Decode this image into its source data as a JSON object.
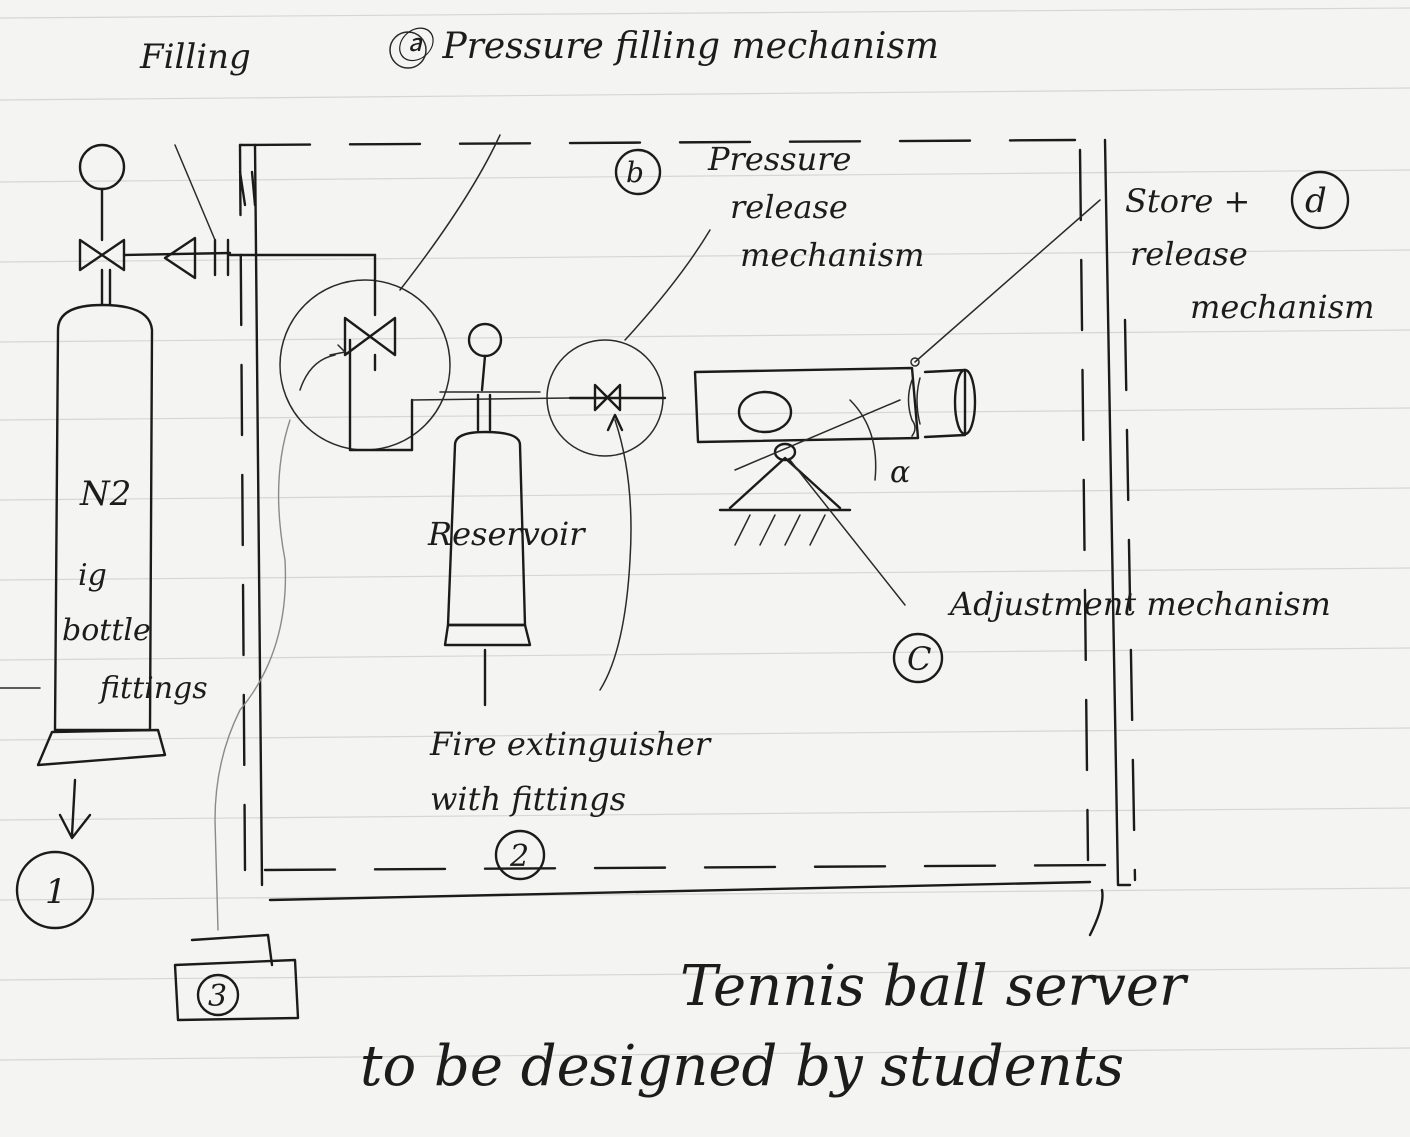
{
  "labels": {
    "filling_header": "Filling",
    "pressure_filling": "ⓐ Pressure filling mechanism",
    "marker_b": "b",
    "pressure_release_1": "Pressure",
    "pressure_release_2": "release",
    "pressure_release_3": "mechanism",
    "store_release_1": "Store +",
    "store_release_2": "release",
    "store_release_3": "mechanism",
    "marker_d": "d",
    "n2": "N2",
    "bottle_1": "ig",
    "bottle_2": "bottle",
    "bottle_3": "fittings",
    "reservoir": "Reservoir",
    "alpha": "α",
    "adjustment": "Adjustment mechanism",
    "marker_c": "C",
    "fire_ext_1": "Fire extinguisher",
    "fire_ext_2": "with fittings",
    "marker_2": "2",
    "marker_1": "1",
    "marker_3": "3",
    "tennis_1": "Tennis ball server",
    "tennis_2": "to be designed by students"
  }
}
